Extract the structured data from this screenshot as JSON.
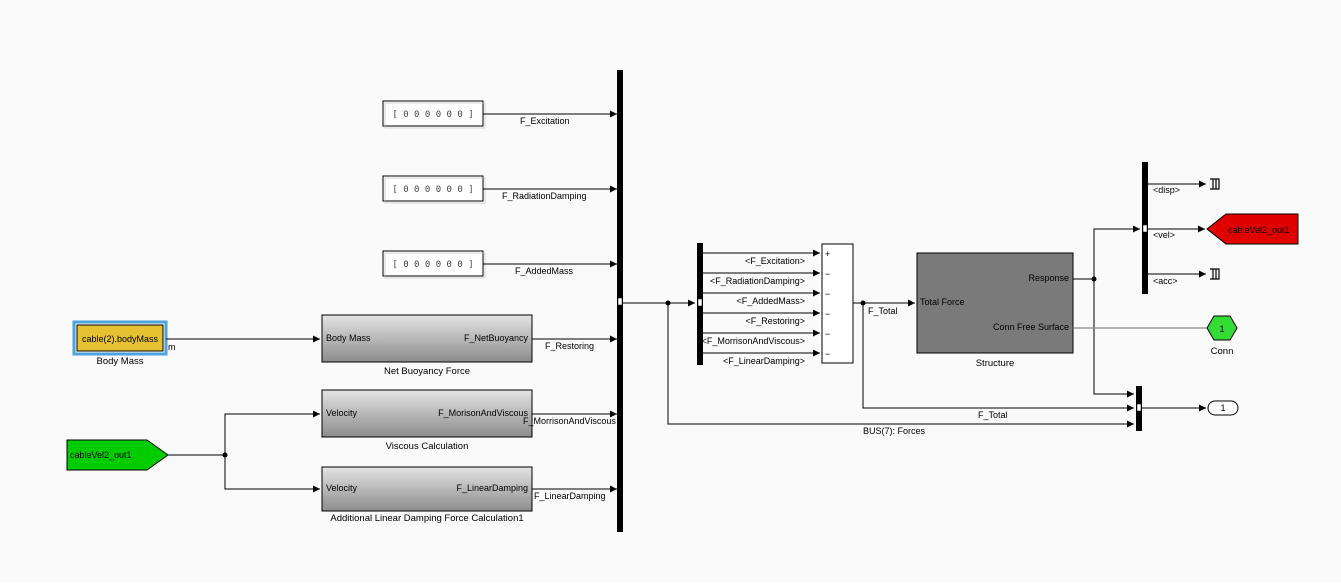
{
  "colors": {
    "canvas_bg": "#fafafa",
    "subsystem_gradient_top": "#e4e4e4",
    "subsystem_gradient_bottom": "#8c8c8c",
    "structure_fill": "#7a7a7a",
    "goto_red": "#e00000",
    "from_green": "#00cc00",
    "port_green": "#33dd33",
    "constant_yellow": "#e6c233",
    "selection_blue": "#4aa3df"
  },
  "constants": {
    "excitation": "[ 0 0 0 0 0 0 ]",
    "radiation": "[ 0 0 0 0 0 0 ]",
    "added_mass": "[ 0 0 0 0 0 0 ]"
  },
  "body_mass": {
    "value": "cable(2).bodyMass",
    "caption": "Body Mass",
    "out_label": "m"
  },
  "from_tag": {
    "value": "cableVel2_out1"
  },
  "goto_tag": {
    "value": "cableVel2_out1"
  },
  "subsystems": {
    "buoyancy": {
      "in_port": "Body Mass",
      "out_port": "F_NetBuoyancy",
      "caption": "Net Buoyancy Force"
    },
    "viscous": {
      "in_port": "Velocity",
      "out_port": "F_MorisonAndViscous",
      "caption": "Viscous Calculation"
    },
    "damping": {
      "in_port": "Velocity",
      "out_port": "F_LinearDamping",
      "caption": "Additional Linear Damping Force Calculation1"
    },
    "structure": {
      "in_port": "Total Force",
      "out_port_1": "Response",
      "out_port_2": "Conn Free Surface",
      "caption": "Structure"
    }
  },
  "signals": {
    "excitation": "F_Excitation",
    "radiation": "F_RadiationDamping",
    "added_mass": "F_AddedMass",
    "restoring": "F_Restoring",
    "morison": "F_MorrisonAndViscous",
    "linear_damping": "F_LinearDamping",
    "total": "F_Total",
    "total_bottom": "F_Total",
    "bus": "BUS(7): Forces"
  },
  "selector_outputs": [
    "<F_Excitation>",
    "<F_RadiationDamping>",
    "<F_AddedMass>",
    "<F_Restoring>",
    "<F_MorrisonAndViscous>",
    "<F_LinearDamping>"
  ],
  "sum_signs": [
    "+",
    "−",
    "−",
    "−",
    "−",
    "−"
  ],
  "response_outputs": [
    "<disp>",
    "<vel>",
    "<acc>"
  ],
  "ports": {
    "conn": {
      "number": "1",
      "caption": "Conn"
    },
    "out": {
      "number": "1"
    }
  }
}
